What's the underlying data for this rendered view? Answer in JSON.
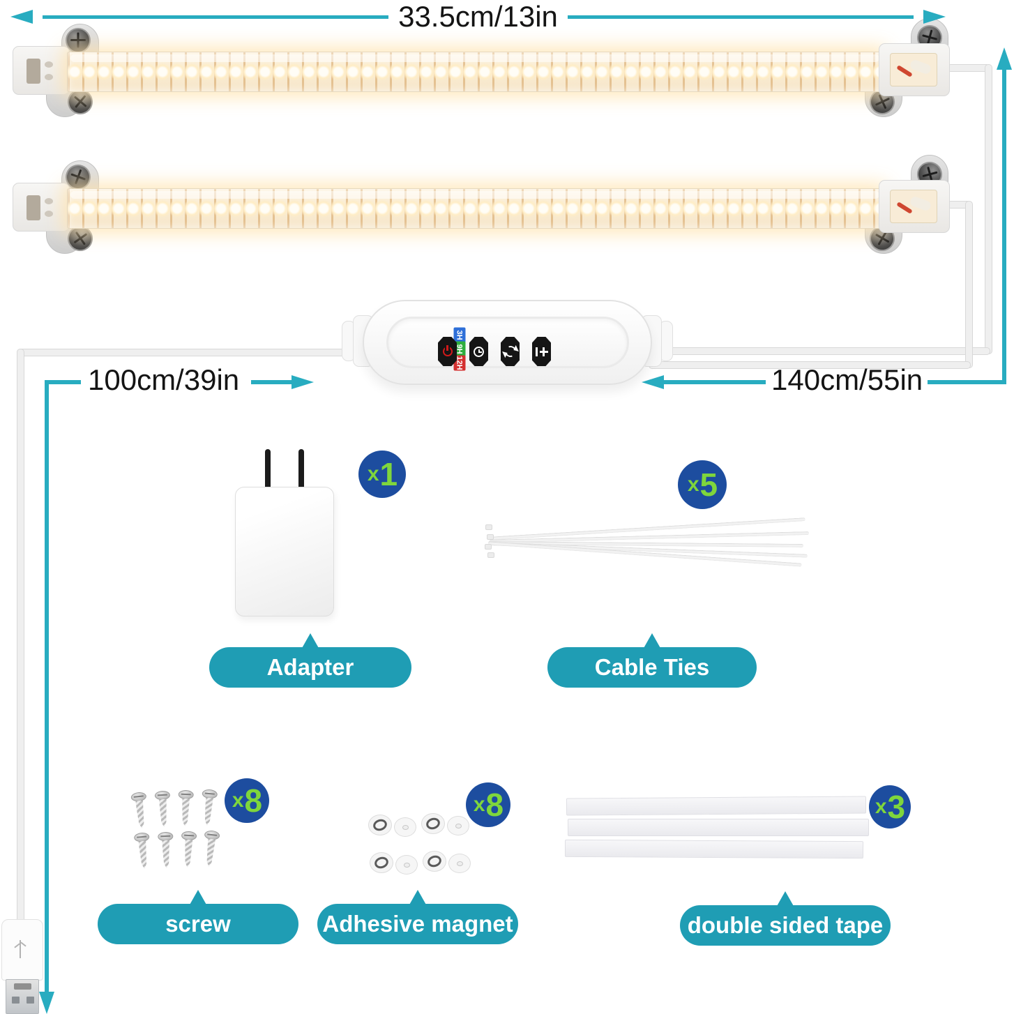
{
  "dimensions": {
    "bar_length": "33.5cm/13in",
    "usb_cable": "100cm/39in",
    "controller_cable": "140cm/55in"
  },
  "controller": {
    "timer_labels": [
      "3H",
      "9H",
      "12H"
    ],
    "button_icons": [
      "power-icon",
      "timer-clock-icon",
      "cycle-icon",
      "dimming-icon"
    ]
  },
  "kit": {
    "times_symbol": "x",
    "items": [
      {
        "id": "adapter",
        "label": "Adapter",
        "count": "1"
      },
      {
        "id": "cable-ties",
        "label": "Cable  Ties",
        "count": "5"
      },
      {
        "id": "screw",
        "label": "screw",
        "count": "8"
      },
      {
        "id": "adhesive-magnet",
        "label": "Adhesive magnet",
        "count": "8"
      },
      {
        "id": "double-sided-tape",
        "label": "double sided tape",
        "count": "3"
      }
    ]
  },
  "colors": {
    "arrow_teal": "#28acc0",
    "pill_teal": "#1f9db4",
    "badge_blue": "#1d4d9f",
    "count_green": "#7fd63c",
    "timer_blue": "#2e6fd8",
    "timer_green": "#2fae3e",
    "timer_red": "#d43030",
    "power_red": "#d11a1a"
  }
}
